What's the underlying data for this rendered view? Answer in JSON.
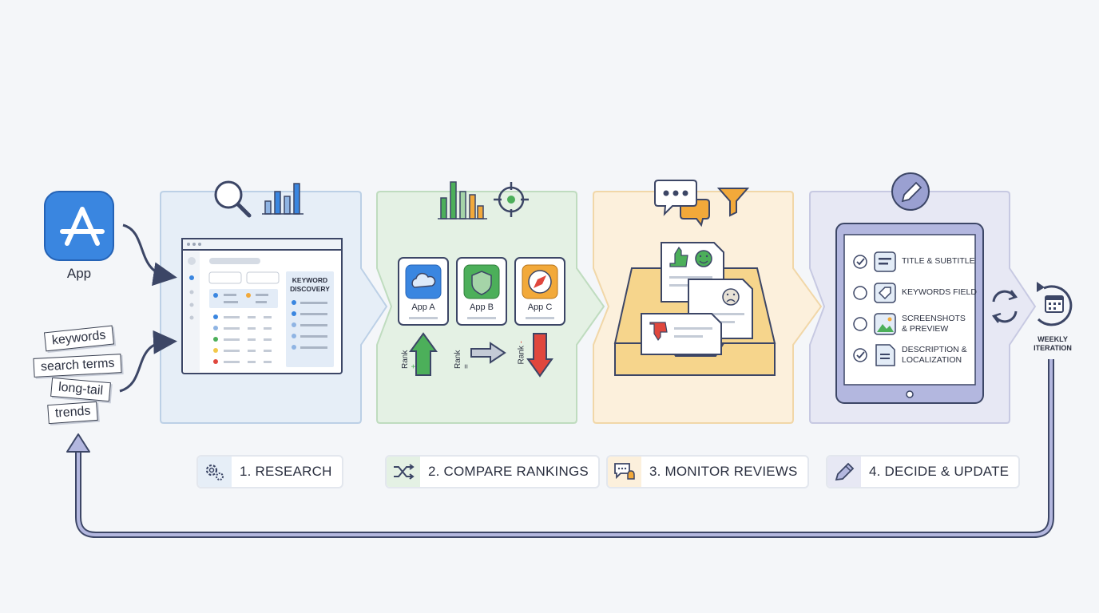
{
  "input": {
    "app_label": "App",
    "tags": [
      "keywords",
      "search terms",
      "long-tail",
      "trends"
    ]
  },
  "research": {
    "panel_title_line1": "KEYWORD",
    "panel_title_line2": "DISCOVERY"
  },
  "compare": {
    "apps": [
      {
        "name": "App A",
        "icon": "cloud-icon"
      },
      {
        "name": "App B",
        "icon": "shield-icon"
      },
      {
        "name": "App C",
        "icon": "compass-icon"
      }
    ],
    "rank_labels": [
      {
        "label": "Rank",
        "sign": "+",
        "direction": "up"
      },
      {
        "label": "Rank",
        "sign": "=",
        "direction": "flat"
      },
      {
        "label": "Rank",
        "sign": "-",
        "direction": "down"
      }
    ]
  },
  "update": {
    "checklist": [
      {
        "label_line1": "TITLE & SUBTITLE",
        "label_line2": "",
        "checked": true
      },
      {
        "label_line1": "KEYWORDS FIELD",
        "label_line2": "",
        "checked": false
      },
      {
        "label_line1": "SCREENSHOTS",
        "label_line2": "& PREVIEW",
        "checked": false
      },
      {
        "label_line1": "DESCRIPTION &",
        "label_line2": "LOCALIZATION",
        "checked": true
      }
    ]
  },
  "cycle": {
    "label_line1": "WEEKLY",
    "label_line2": "ITERATION"
  },
  "steps": [
    {
      "label": "1. RESEARCH",
      "icon": "gears-icon"
    },
    {
      "label": "2. COMPARE RANKINGS",
      "icon": "shuffle-icon"
    },
    {
      "label": "3. MONITOR REVIEWS",
      "icon": "chat-bell-icon"
    },
    {
      "label": "4. DECIDE & UPDATE",
      "icon": "pencil-icon"
    }
  ],
  "colors": {
    "research": "#e6eef7",
    "compare": "#e4f1e4",
    "reviews": "#fcf0dc",
    "update": "#e7e8f4",
    "loop_arrow": "#3c4666",
    "green": "#4caf5a",
    "red": "#e0473d",
    "orange": "#f2a93a",
    "blue": "#3a86e0"
  }
}
